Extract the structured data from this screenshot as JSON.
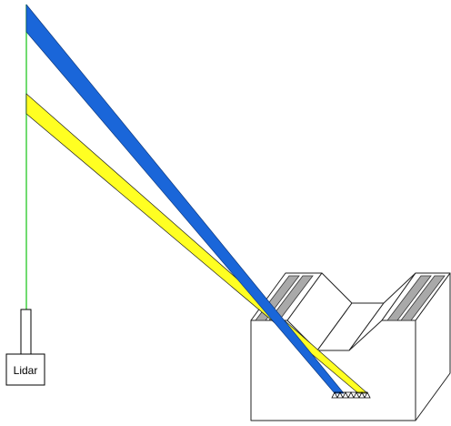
{
  "diagram": {
    "lidar": {
      "label": "Lidar"
    },
    "colors": {
      "green_line": "#33cc33",
      "blue_beam": "#1a66d9",
      "yellow_beam": "#ffff22",
      "box_edge": "#222222",
      "hidden_edge": "#bfbfbf",
      "slot_fill": "#a9a9a9",
      "outline": "#000000"
    },
    "beams": [
      {
        "name": "blue",
        "color": "#1a66d9"
      },
      {
        "name": "yellow",
        "color": "#ffff22"
      }
    ]
  }
}
